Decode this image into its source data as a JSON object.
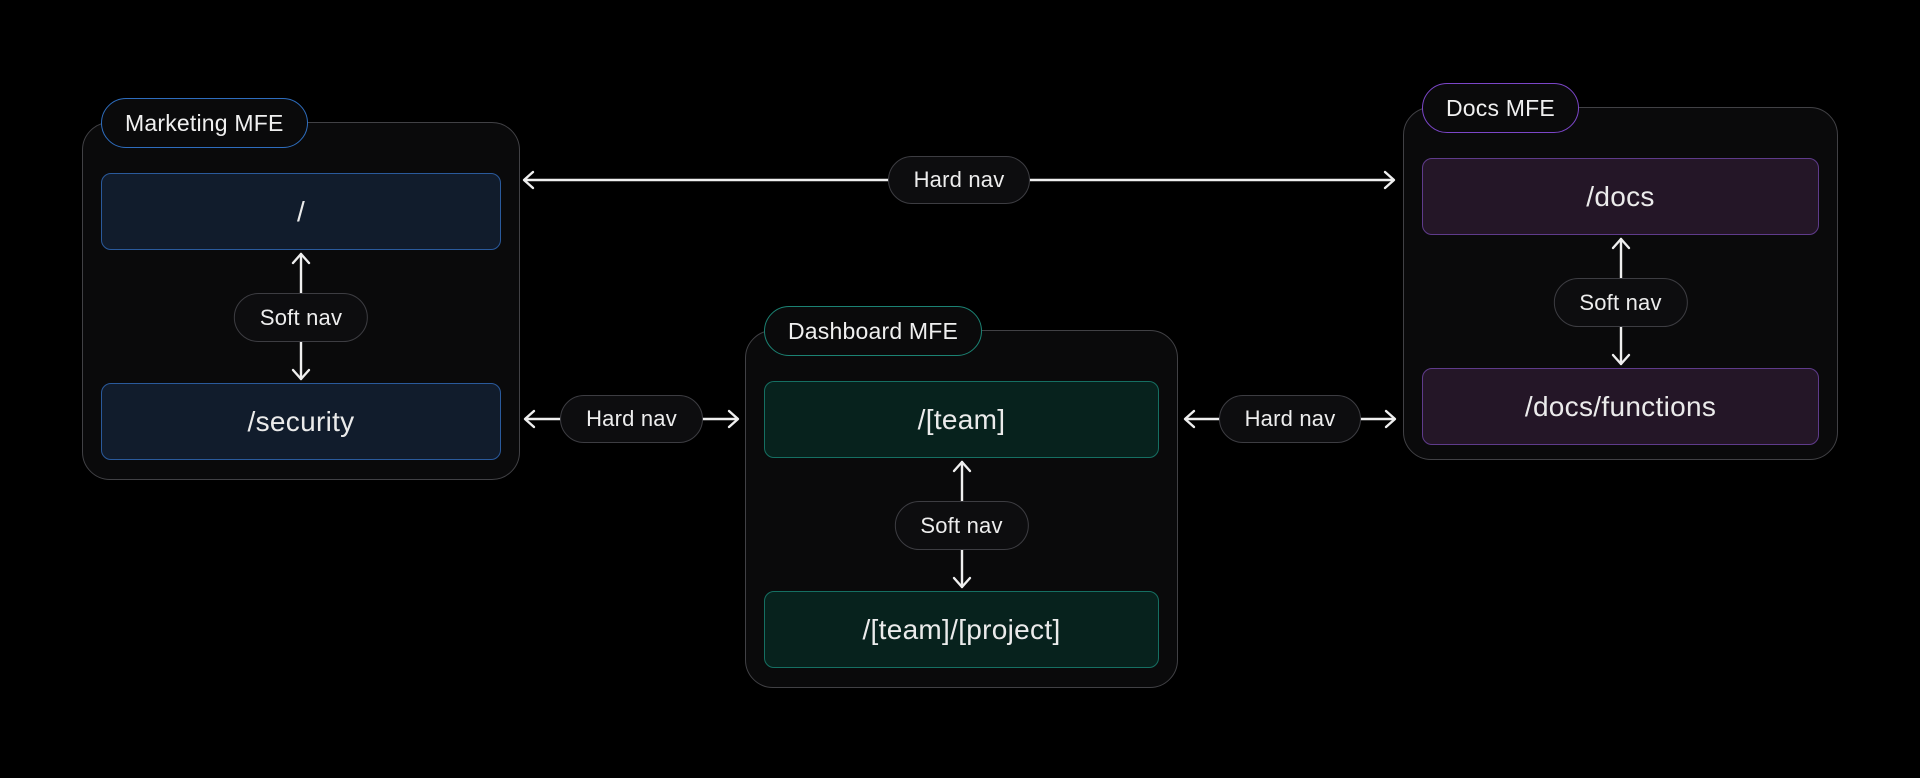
{
  "diagram": {
    "title_implicit": "Micro-frontend routing diagram",
    "background_color": "#000000",
    "group_border_color": "#414145",
    "arrow_color": "#efefef",
    "nav_pill": {
      "fill": "#0d0d0f",
      "border": "#3d3d42"
    },
    "groups": [
      {
        "id": "marketing",
        "label": "Marketing MFE",
        "accent": "#2e6dbe",
        "route_fill": "#111c2c",
        "route_border": "#2a5a9c",
        "routes": [
          "/",
          "/security"
        ],
        "soft_nav_label": "Soft nav"
      },
      {
        "id": "dashboard",
        "label": "Dashboard MFE",
        "accent": "#1b8273",
        "route_fill": "#07221d",
        "route_border": "#156f62",
        "routes": [
          "/[team]",
          "/[team]/[project]"
        ],
        "soft_nav_label": "Soft nav"
      },
      {
        "id": "docs",
        "label": "Docs MFE",
        "accent": "#7b46c8",
        "route_fill": "#241627",
        "route_border": "#5f3b8b",
        "routes": [
          "/docs",
          "/docs/functions"
        ],
        "soft_nav_label": "Soft nav"
      }
    ],
    "connectors": [
      {
        "id": "marketing-docs",
        "label": "Hard nav",
        "from": "Marketing MFE",
        "to": "Docs MFE",
        "bidirectional": true
      },
      {
        "id": "marketing-dashboard",
        "label": "Hard nav",
        "from": "Marketing MFE",
        "to": "Dashboard MFE",
        "bidirectional": true
      },
      {
        "id": "dashboard-docs",
        "label": "Hard nav",
        "from": "Dashboard MFE",
        "to": "Docs MFE",
        "bidirectional": true
      }
    ]
  }
}
